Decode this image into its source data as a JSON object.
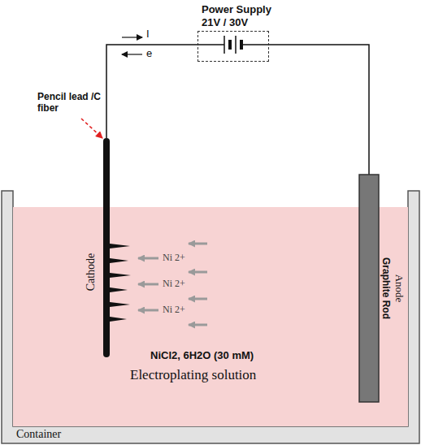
{
  "diagram": {
    "nodes": [
      {
        "text": [
          "Power Supply 21V / 30V"
        ]
      }
    ],
    "labels": [
      "Pencil lead /C fiber",
      "I",
      "e",
      "Cathode",
      "Ni 2+",
      "Ni 2+",
      "Ni 2+",
      "NiCl2, 6H2O (30 mM)",
      "Electroplating solution",
      "Anode",
      "Graphite Rod",
      "Container"
    ]
  }
}
